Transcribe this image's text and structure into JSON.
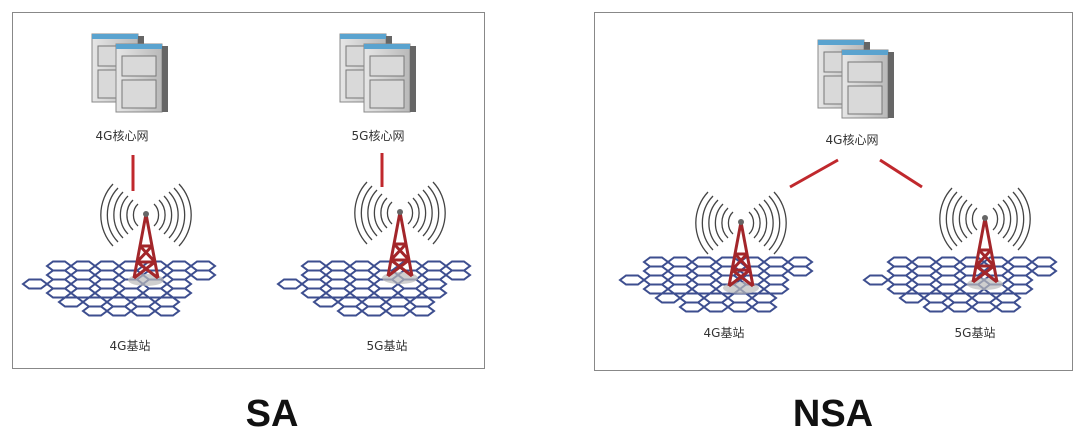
{
  "sa": {
    "title": "SA",
    "core_labels": [
      "4G核心网",
      "5G核心网"
    ],
    "station_labels": [
      "4G基站",
      "5G基站"
    ]
  },
  "nsa": {
    "title": "NSA",
    "core_label": "4G核心网",
    "station_labels": [
      "4G基站",
      "5G基站"
    ]
  },
  "colors": {
    "link": "#c0282d",
    "tower": "#a3262a",
    "hex": "#3d4e8f",
    "frame": "#888888"
  }
}
